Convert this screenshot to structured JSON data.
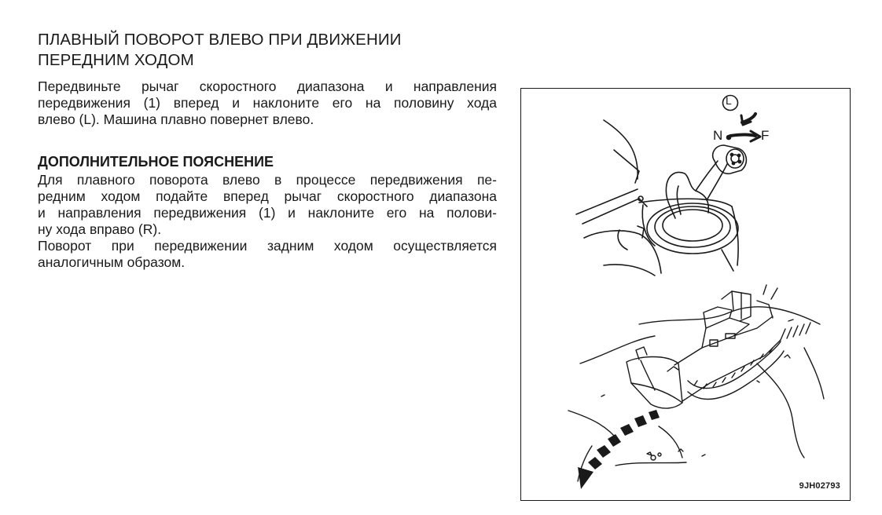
{
  "title": {
    "line1": "ПЛАВНЫЙ ПОВОРОТ ВЛЕВО ПРИ ДВИЖЕНИИ",
    "line2": "ПЕРЕДНИМ ХОДОМ"
  },
  "intro": {
    "lines": [
      "Передвиньте рычаг скоростного диапазона и направления",
      "передвижения (1) вперед и наклоните его на половину хода",
      "влево (L). Машина плавно повернет влево."
    ]
  },
  "note": {
    "heading": "ДОПОЛНИТЕЛЬНОЕ ПОЯСНЕНИЕ",
    "lines": [
      "Для плавного поворота влево в процессе передвижения пе-",
      "редним ходом подайте вперед рычаг скоростного диапазона",
      "и направления передвижения (1) и наклоните его на полови-",
      "ну хода вправо (R).",
      "Поворот при передвижении задним ходом осуществляется",
      "аналогичным образом."
    ]
  },
  "figure": {
    "label_L": "L",
    "label_N": "N",
    "label_F": "F",
    "code": "9JH02793",
    "icons": [
      "lever-icon",
      "bulldozer-icon",
      "turn-arrow-icon"
    ]
  }
}
